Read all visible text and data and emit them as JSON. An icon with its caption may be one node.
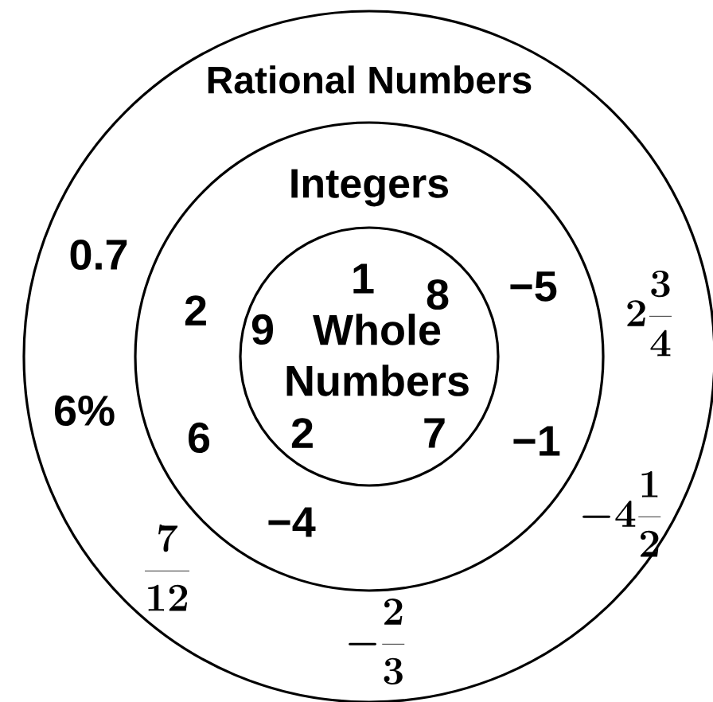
{
  "diagram": {
    "nodes": [
      {
        "text": [
          "Rational Numbers",
          "0.7",
          "2\\frac{3}{4}",
          "6%",
          "-4\\frac{1}{2}",
          "\\frac{7}{12}",
          "-\\frac{2}{3}"
        ]
      },
      {
        "text": [
          "Integers",
          "2",
          "−5",
          "6",
          "−1",
          "−4"
        ],
        "in": 0
      },
      {
        "text": [
          "1",
          "8",
          "9",
          "Whole Numbers",
          "2",
          "7"
        ],
        "in": 1
      }
    ]
  }
}
